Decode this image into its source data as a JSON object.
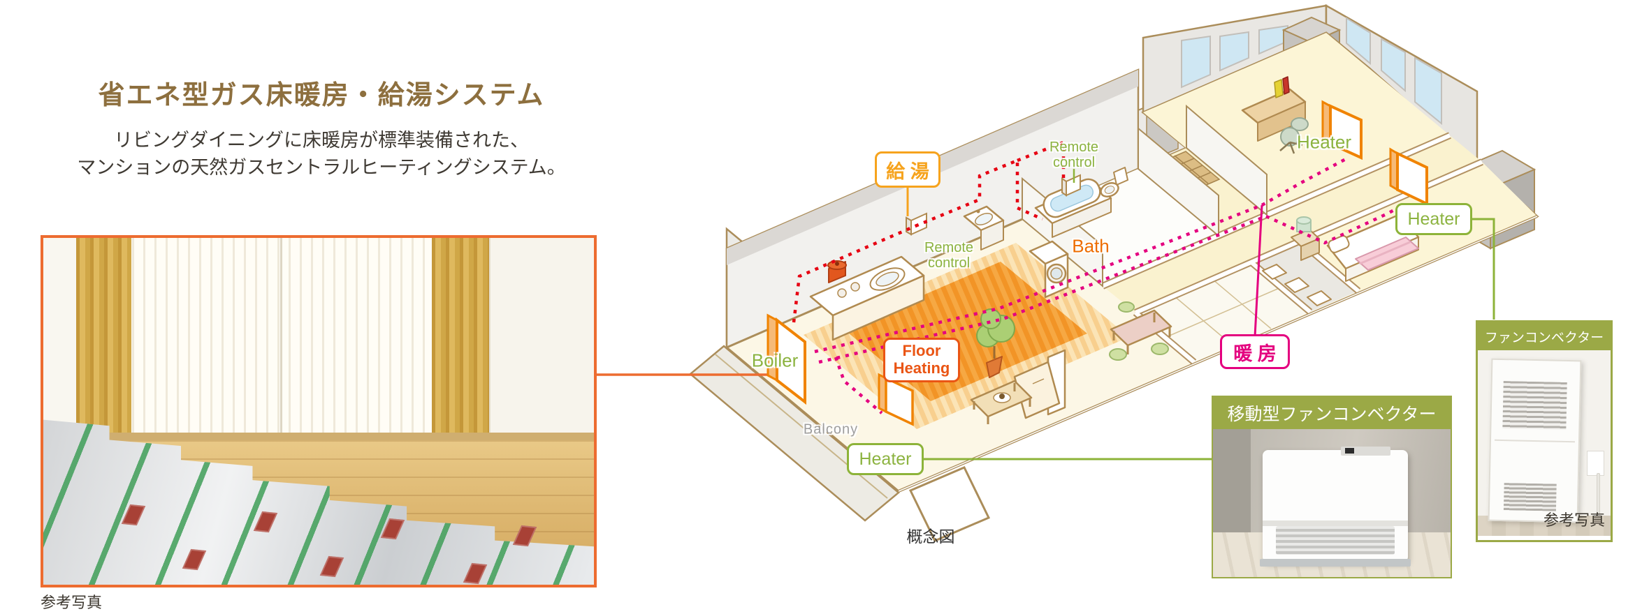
{
  "header": {
    "title": "省エネ型ガス床暖房・給湯システム",
    "description_line1": "リビングダイニングに床暖房が標準装備された、",
    "description_line2": "マンションの天然ガスセントラルヒーティングシステム。"
  },
  "photo": {
    "caption": "参考写真"
  },
  "diagram": {
    "caption": "概念図",
    "labels": {
      "hot_water": "給 湯",
      "heating": "暖 房",
      "floor_heating_line1": "Floor",
      "floor_heating_line2": "Heating",
      "boiler": "Boiler",
      "bath": "Bath",
      "balcony": "Balcony",
      "heater_living": "Heater",
      "heater_bedroom_top": "Heater",
      "heater_bedroom_right": "Heater",
      "remote_control_1_line1": "Remote",
      "remote_control_1_line2": "control",
      "remote_control_2_line1": "Remote",
      "remote_control_2_line2": "control"
    },
    "colors": {
      "hot_water_accent": "#f6a31d",
      "hot_water_route": "#e60012",
      "heating_accent": "#e4007f",
      "floor_heating_accent": "#ea5514",
      "equipment_green": "#8cb340",
      "header_olive": "#9ba946",
      "photo_border_orange": "#ed6c30"
    }
  },
  "products": [
    {
      "title": "移動型ファンコンベクター"
    },
    {
      "title": "ファンコンベクター",
      "caption": "参考写真"
    }
  ]
}
